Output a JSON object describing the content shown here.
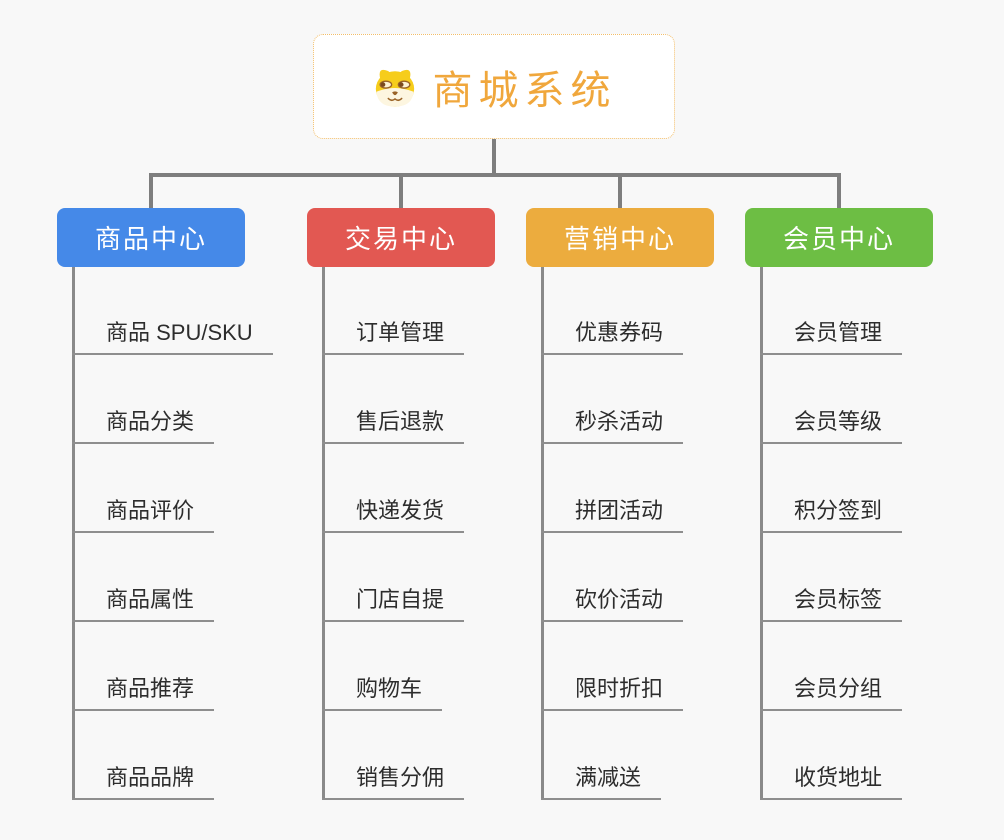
{
  "page": {
    "background_color": "#f8f8f8",
    "connector_color": "#7e7e7e",
    "trunk_color": "#8a8a8a",
    "underline_color": "#8e8e8e"
  },
  "root": {
    "title": "商城系统",
    "icon": "dog-face-icon",
    "accent_color": "#f0a73c",
    "border_color": "#f2be6a",
    "background_color": "#ffffff"
  },
  "branches": [
    {
      "label": "商品中心",
      "color": "#4589e8",
      "items": [
        "商品 SPU/SKU",
        "商品分类",
        "商品评价",
        "商品属性",
        "商品推荐",
        "商品品牌"
      ]
    },
    {
      "label": "交易中心",
      "color": "#e25852",
      "items": [
        "订单管理",
        "售后退款",
        "快递发货",
        "门店自提",
        "购物车",
        "销售分佣"
      ]
    },
    {
      "label": "营销中心",
      "color": "#ecac3e",
      "items": [
        "优惠券码",
        "秒杀活动",
        "拼团活动",
        "砍价活动",
        "限时折扣",
        "满减送"
      ]
    },
    {
      "label": "会员中心",
      "color": "#6dbe44",
      "items": [
        "会员管理",
        "会员等级",
        "积分签到",
        "会员标签",
        "会员分组",
        "收货地址"
      ]
    }
  ]
}
